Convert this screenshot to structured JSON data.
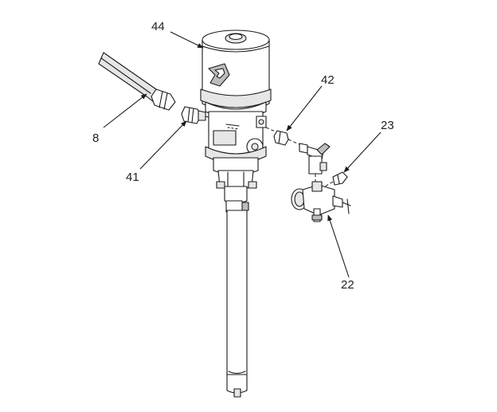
{
  "callouts": {
    "pump_label": "44",
    "hose_label": "8",
    "inlet_fitting_label": "41",
    "outlet_fitting_label": "42",
    "valve_fitting_label": "23",
    "regulator_label": "22"
  },
  "colors": {
    "line": "#1a1a1a",
    "light_fill": "#e6e6e6",
    "dark_fill": "#bdbdbd",
    "background": "#ffffff"
  }
}
